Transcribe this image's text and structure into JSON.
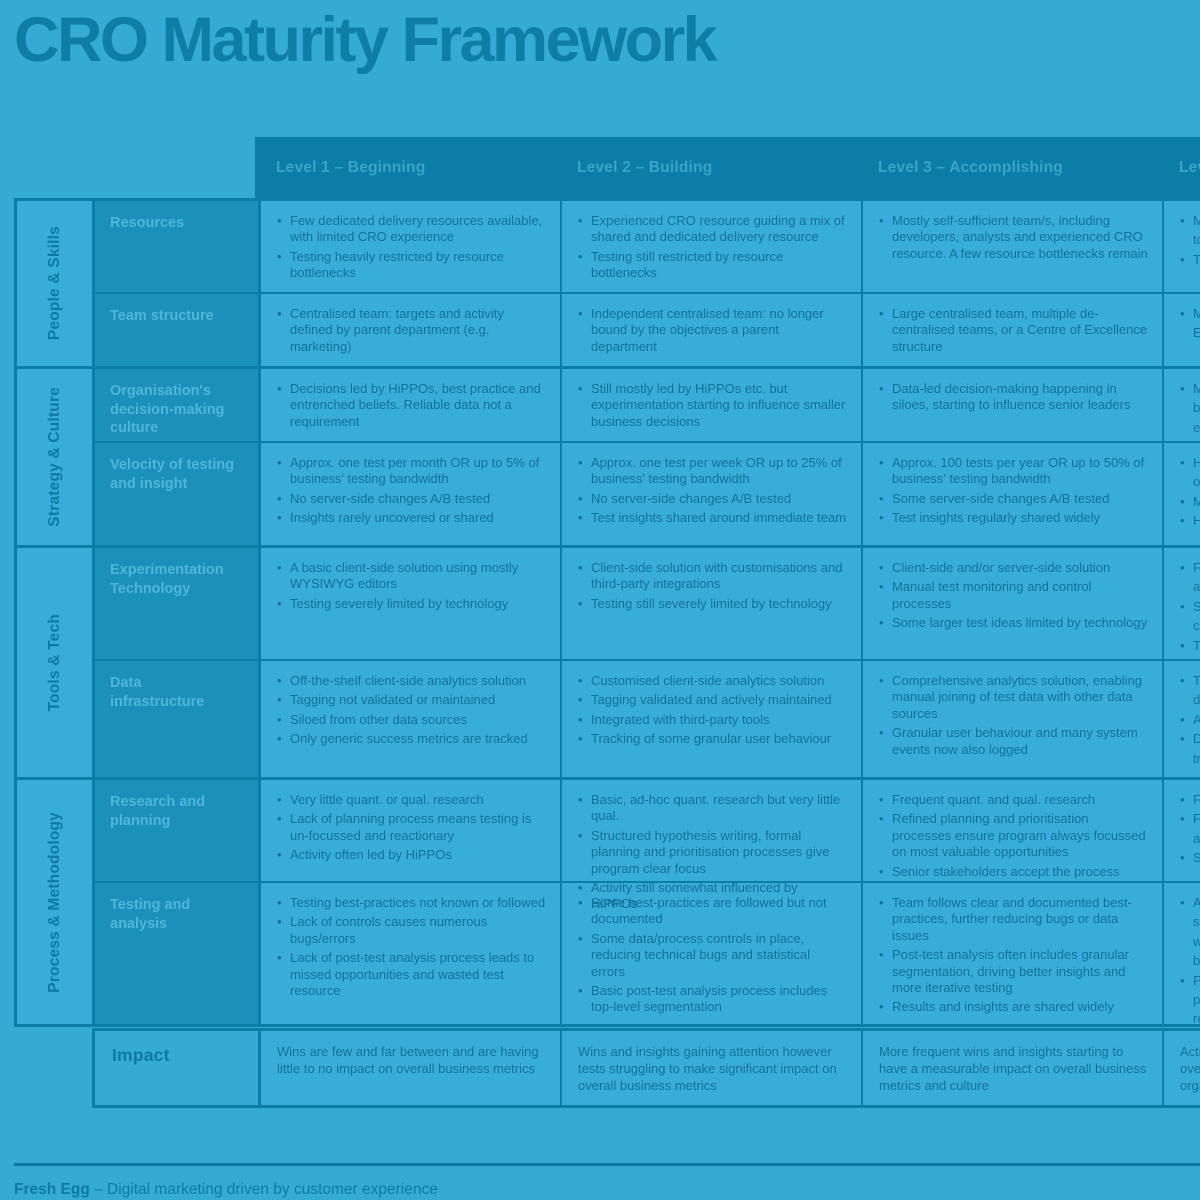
{
  "title": "CRO Maturity Framework",
  "levels": [
    "Level 1 – Beginning",
    "Level 2 – Building",
    "Level 3 – Accomplishing",
    "Lev"
  ],
  "groups": [
    {
      "label": "People & Skills",
      "rows": [
        {
          "label": "Resources",
          "cells": [
            [
              "Few dedicated delivery resources available, with limited CRO experience",
              "Testing heavily restricted by resource bottlenecks"
            ],
            [
              "Experienced CRO resource guiding a mix of shared and dedicated delivery resource",
              "Testing still restricted by resource bottlenecks"
            ],
            [
              "Mostly self-sufficient team/s, including developers, analysts and experienced CRO resource. A few resource bottlenecks remain"
            ]
          ],
          "l4": [
            {
              "bullet": true,
              "text": "Mu"
            },
            {
              "bullet": false,
              "text": "to"
            },
            {
              "bullet": true,
              "text": "Te"
            }
          ]
        },
        {
          "label": "Team structure",
          "cells": [
            [
              "Centralised team: targets and activity defined by parent department (e.g. marketing)"
            ],
            [
              "Independent centralised team: no longer bound by the objectives a parent department"
            ],
            [
              "Large centralised team, multiple de-centralised teams, or a Centre of Excellence structure"
            ]
          ],
          "l4": [
            {
              "bullet": true,
              "text": "Mu"
            },
            {
              "bullet": false,
              "text": "Ex"
            }
          ]
        }
      ]
    },
    {
      "label": "Strategy & Culture",
      "rows": [
        {
          "label": "Organisation's decision-making culture",
          "cells": [
            [
              "Decisions led by HiPPOs, best practice and entrenched beliefs. Reliable data not a requirement"
            ],
            [
              "Still mostly led by HiPPOs etc. but experimentation starting to influence smaller business decisions"
            ],
            [
              "Data-led decision-making happening in siloes, starting to influence senior leaders"
            ]
          ],
          "l4": [
            {
              "bullet": true,
              "text": "Mo"
            },
            {
              "bullet": false,
              "text": "bo"
            },
            {
              "bullet": false,
              "text": "es"
            }
          ]
        },
        {
          "label": "Velocity of testing and insight",
          "cells": [
            [
              "Approx. one test per month OR up to 5% of business' testing bandwidth",
              "No server-side changes A/B tested",
              "Insights rarely uncovered or shared"
            ],
            [
              "Approx. one test per week OR up to 25% of business' testing bandwidth",
              "No server-side changes A/B tested",
              "Test insights shared around immediate team"
            ],
            [
              "Approx. 100 tests per year OR up to 50% of business' testing bandwidth",
              "Some server-side changes A/B tested",
              "Test insights regularly shared widely"
            ]
          ],
          "l4": [
            {
              "bullet": true,
              "text": "Hu"
            },
            {
              "bullet": false,
              "text": "of"
            },
            {
              "bullet": true,
              "text": "Mo"
            },
            {
              "bullet": true,
              "text": "Hi"
            }
          ]
        }
      ]
    },
    {
      "label": "Tools & Tech",
      "rows": [
        {
          "label": "Experimentation Technology",
          "cells": [
            [
              "A basic client-side solution using mostly WYSIWYG editors",
              "Testing severely limited by technology"
            ],
            [
              "Client-side solution with customisations and third-party integrations",
              "Testing still severely limited by technology"
            ],
            [
              "Client-side and/or server-side solution",
              "Manual test monitoring and control processes",
              "Some larger test ideas limited by technology"
            ]
          ],
          "l4": [
            {
              "bullet": true,
              "text": "Fu"
            },
            {
              "bullet": false,
              "text": "ar"
            },
            {
              "bullet": true,
              "text": "Sc"
            },
            {
              "bullet": false,
              "text": "co"
            },
            {
              "bullet": true,
              "text": "Te"
            }
          ]
        },
        {
          "label": "Data infrastructure",
          "cells": [
            [
              "Off-the-shelf client-side analytics solution",
              "Tagging not validated or maintained",
              "Siloed from other data sources",
              "Only generic success metrics are tracked"
            ],
            [
              "Customised client-side analytics solution",
              "Tagging validated and actively maintained",
              "Integrated with third-party tools",
              "Tracking of some granular user behaviour"
            ],
            [
              "Comprehensive analytics solution, enabling manual joining of test data with other data sources",
              "Granular user behaviour and many system events now also logged"
            ]
          ],
          "l4": [
            {
              "bullet": true,
              "text": "Te"
            },
            {
              "bullet": false,
              "text": "da"
            },
            {
              "bullet": true,
              "text": "All"
            },
            {
              "bullet": true,
              "text": "Do"
            },
            {
              "bullet": false,
              "text": "tra"
            }
          ]
        }
      ]
    },
    {
      "label": "Process & Methodology",
      "rows": [
        {
          "label": "Research and planning",
          "cells": [
            [
              "Very little quant. or qual. research",
              "Lack of planning process means testing is un-focussed and reactionary",
              "Activity often led by HiPPOs"
            ],
            [
              "Basic, ad-hoc quant. research but very little qual.",
              "Structured hypothesis writing, formal planning and prioritisation processes give program clear focus",
              "Activity still somewhat influenced by HiPPOs"
            ],
            [
              "Frequent quant. and qual. research",
              "Refined planning and prioritisation processes ensure program always focussed on most valuable opportunities",
              "Senior stakeholders accept the process"
            ]
          ],
          "l4": [
            {
              "bullet": true,
              "text": "Fre"
            },
            {
              "bullet": true,
              "text": "Fo"
            },
            {
              "bullet": false,
              "text": "ad"
            },
            {
              "bullet": true,
              "text": "Se"
            }
          ]
        },
        {
          "label": "Testing and analysis",
          "cells": [
            [
              "Testing best-practices not known or followed",
              "Lack of controls causes numerous bugs/errors",
              "Lack of post-test analysis process leads to missed opportunities and wasted test resource"
            ],
            [
              "Some best-practices are followed but not documented",
              "Some data/process controls in place, reducing technical bugs and statistical errors",
              "Basic post-test analysis process includes top-level segmentation"
            ],
            [
              "Team follows clear and documented best-practices, further reducing bugs or data issues",
              "Post-test analysis often includes granular segmentation, driving better insights and more iterative testing",
              "Results and insights are shared widely"
            ]
          ],
          "l4": [
            {
              "bullet": true,
              "text": "All"
            },
            {
              "bullet": false,
              "text": "sto"
            },
            {
              "bullet": false,
              "text": "wo"
            },
            {
              "bullet": false,
              "text": "bu"
            },
            {
              "bullet": true,
              "text": "Po"
            },
            {
              "bullet": false,
              "text": "pr"
            },
            {
              "bullet": false,
              "text": "re"
            }
          ]
        }
      ]
    }
  ],
  "impact": {
    "label": "Impact",
    "cells": [
      "Wins are few and far between and are having little to no impact on overall business metrics",
      "Wins and insights gaining attention however tests struggling to make significant impact on overall business metrics",
      "More frequent wins and insights starting to have a measurable impact on overall business metrics and culture"
    ],
    "l4": [
      "Acti",
      "over",
      "orga"
    ]
  },
  "footer": {
    "brand": "Fresh Egg",
    "tagline": "– Digital marketing driven by customer experience"
  }
}
